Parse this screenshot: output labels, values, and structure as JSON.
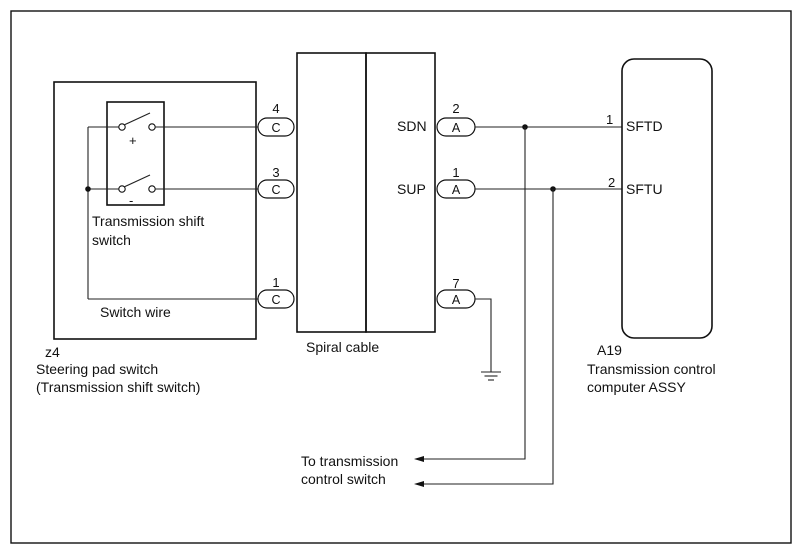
{
  "steering_pad": {
    "code": "z4",
    "name": "Steering pad switch",
    "subname": "(Transmission shift switch)",
    "inner_switch_line1": "Transmission shift",
    "inner_switch_line2": "switch",
    "switch_wire": "Switch wire",
    "plus_sign": "+",
    "minus_sign": "-"
  },
  "spiral_cable": {
    "label": "Spiral cable"
  },
  "left_connectors": [
    {
      "pin": "4",
      "letter": "C"
    },
    {
      "pin": "3",
      "letter": "C"
    },
    {
      "pin": "1",
      "letter": "C"
    }
  ],
  "right_connectors": [
    {
      "pin": "2",
      "letter": "A",
      "signal": "SDN"
    },
    {
      "pin": "1",
      "letter": "A",
      "signal": "SUP"
    },
    {
      "pin": "7",
      "letter": "A",
      "signal": ""
    }
  ],
  "tcm": {
    "code": "A19",
    "name_line1": "Transmission control",
    "name_line2": "computer ASSY",
    "pins": [
      {
        "pin": "1",
        "signal": "SFTD"
      },
      {
        "pin": "2",
        "signal": "SFTU"
      }
    ]
  },
  "destination": {
    "line1": "To transmission",
    "line2": "control switch"
  }
}
